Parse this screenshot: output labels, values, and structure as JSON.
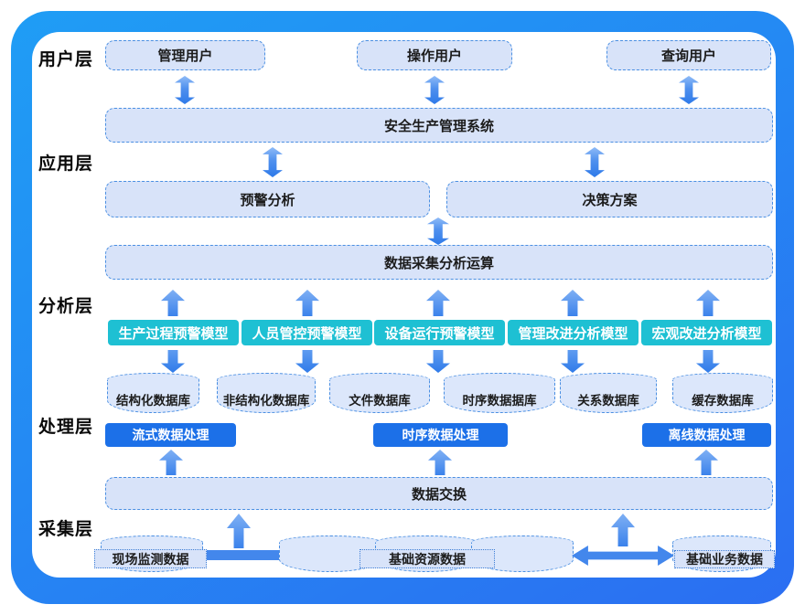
{
  "layers": {
    "user": "用户层",
    "application": "应用层",
    "analysis": "分析层",
    "processing": "处理层",
    "collection": "采集层"
  },
  "user_layer": {
    "users": [
      "管理用户",
      "操作用户",
      "查询用户"
    ]
  },
  "application_layer": {
    "system": "安全生产管理系统",
    "warning_analysis": "预警分析",
    "decision_plan": "决策方案"
  },
  "analysis_layer": {
    "compute": "数据采集分析运算",
    "models": [
      "生产过程预警模型",
      "人员管控预警模型",
      "设备运行预警模型",
      "管理改进分析模型",
      "宏观改进分析模型"
    ]
  },
  "processing_layer": {
    "databases": [
      "结构化数据库",
      "非结构化数据库",
      "文件数据库",
      "时序数据据库",
      "关系数据库",
      "缓存数据库"
    ],
    "processors": [
      "流式数据处理",
      "时序数据处理",
      "离线数据处理"
    ]
  },
  "collection_layer": {
    "exchange": "数据交换",
    "sources": [
      "现场监测数据",
      "基础资源数据",
      "基础业务数据"
    ]
  },
  "colors": {
    "frame_top": "#1F9DF5",
    "frame_bottom": "#2B6EF2",
    "box_fill": "#D8E3F9",
    "box_border": "#4A8FE2",
    "model_teal": "#1EC0D3",
    "processor_blue": "#1C70E8",
    "arrow_blue": "#3F84EB",
    "text_dark": "#1c1c1c"
  }
}
